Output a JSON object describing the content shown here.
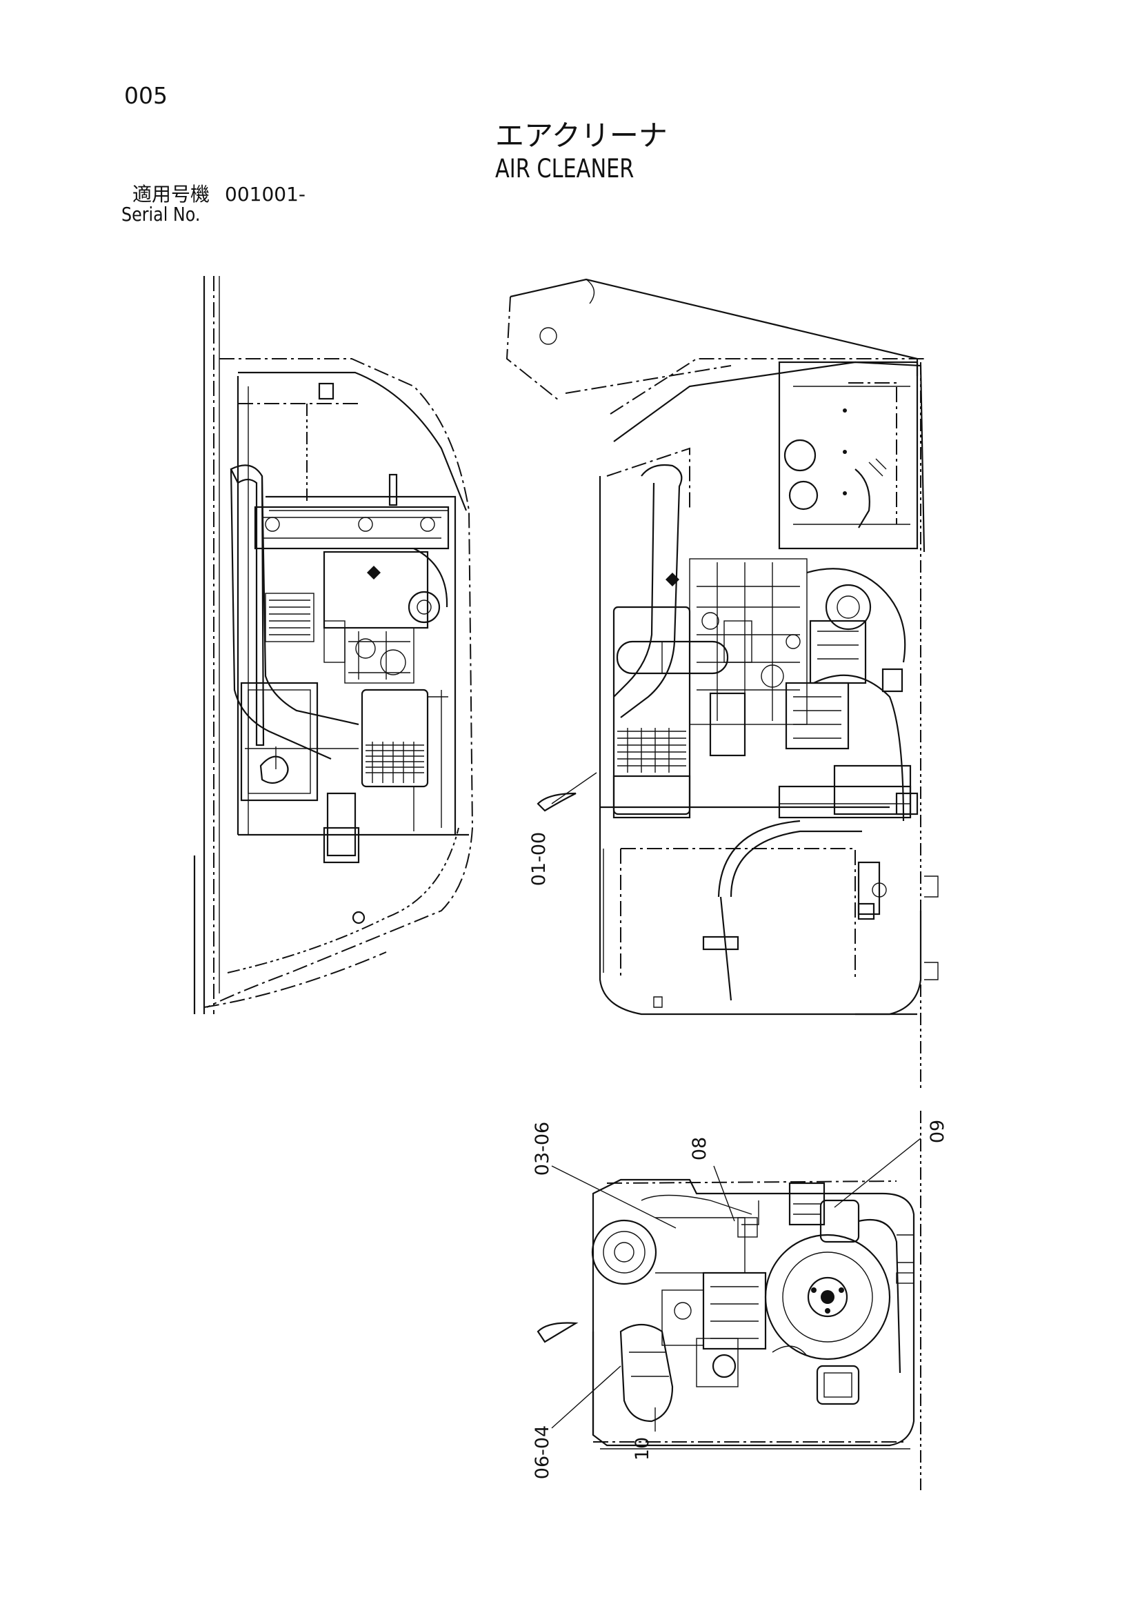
{
  "page": {
    "number": "005"
  },
  "title": {
    "ja": "エアクリーナ",
    "en": "AIR CLEANER"
  },
  "serial": {
    "label_ja": "適用号機",
    "value": "001001-",
    "label_en": "Serial No."
  },
  "callouts": [
    "01-00",
    "03-06",
    "08",
    "09",
    "06-04",
    "10"
  ],
  "colors": {
    "ink": "#111111",
    "paper": "#ffffff"
  }
}
